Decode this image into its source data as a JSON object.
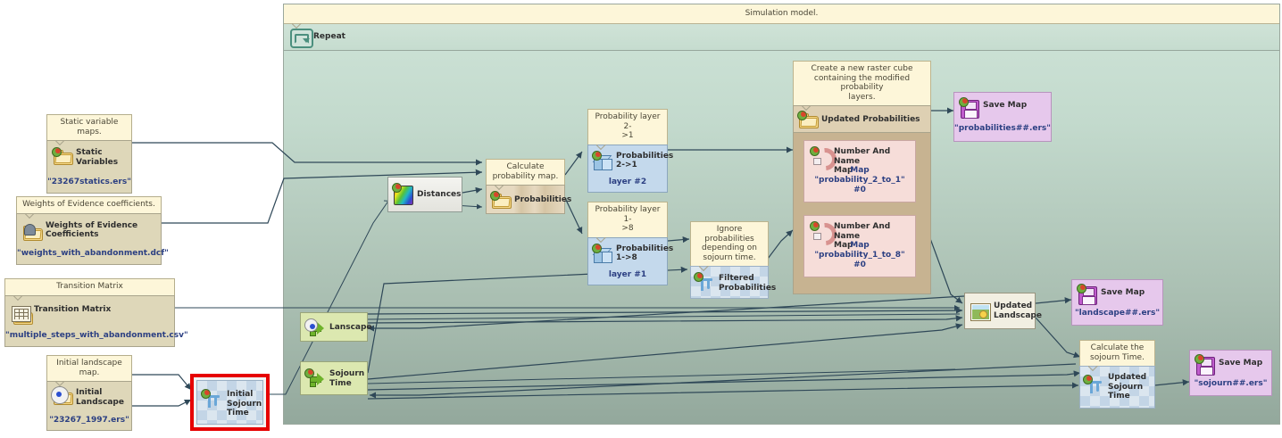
{
  "app": {
    "title": "Simulation model.",
    "repeat_label": "Repeat"
  },
  "colors": {
    "canvas_outer": "#ffffff",
    "container_top": "#cfe4d8",
    "container_bottom": "#93a89c",
    "header_band": "#fdf6d9",
    "comment": "#fdf6d9",
    "functor_tan": "#ded7b9",
    "cube_blue": "#c4d9ec",
    "save_purple": "#e6c8ec",
    "green_node": "#dce8b0",
    "pink_node": "#f6ddd9",
    "selection_red": "#e60000",
    "value_text": "#2b3f82",
    "wire": "#2f4858"
  },
  "inputs": [
    {
      "id": "static-variables",
      "comment": "Static variable maps.",
      "title": "Static\nVariables",
      "value": "\"23267statics.ers\"",
      "icon": "folder-icon"
    },
    {
      "id": "weights-of-evidence",
      "comment": "Weights of Evidence coefficients.",
      "title": "Weights of Evidence\nCoefficients",
      "value": "\"weights_with_abandonment.dcf\"",
      "icon": "folder-bell-icon"
    },
    {
      "id": "transition-matrix",
      "comment": "Transition Matrix",
      "title": "Transition Matrix",
      "value": "\"multiple_steps_with_abandonment.csv\"",
      "icon": "folder-table-icon"
    },
    {
      "id": "initial-landscape",
      "comment": "Initial landscape\nmap.",
      "title": "Initial\nLandscape",
      "value": "\"23267_1997.ers\"",
      "icon": "folder-map-icon"
    }
  ],
  "selected_node": {
    "id": "initial-sojourn-time",
    "title": "Initial\nSojourn\nTime",
    "icon": "pi-icon",
    "selected": true
  },
  "model": {
    "distances": {
      "title": "Distances",
      "icon": "rainbow-icon"
    },
    "calc_probability": {
      "comment": "Calculate\nprobability map.",
      "title": "Probabilities",
      "icon": "folder-icon"
    },
    "prob_2_to_1": {
      "comment": "Probability layer 2-\n>1",
      "title": "Probabilities\n2->1",
      "value": "layer #2",
      "icon": "cube-icon"
    },
    "prob_1_to_8": {
      "comment": "Probability layer 1-\n>8",
      "title": "Probabilities\n1->8",
      "value": "layer #1",
      "icon": "cube-icon"
    },
    "ignore_probabilities": {
      "comment": "Ignore\nprobabilities\ndepending on\nsojourn time.",
      "title": "Filtered\nProbabilities",
      "icon": "pi-icon"
    },
    "raster_cube_group": {
      "comment": "Create a new raster cube\ncontaining the modified probability\nlayers.",
      "title": "Updated Probabilities",
      "icon": "folder-icon"
    },
    "number_and_name_maps": [
      {
        "title": "Number And Name\nMap",
        "value": "Map \"probability_2_to_1\"\n#0",
        "icon": "magnet-icon"
      },
      {
        "title": "Number And Name\nMap",
        "value": "Map \"probability_1_to_8\"\n#0",
        "icon": "magnet-icon"
      }
    ],
    "lanscape": {
      "title": "Lanscape",
      "icon": "green-arrow-icon"
    },
    "sojourn_time": {
      "title": "Sojourn\nTime",
      "icon": "green-arrow-icon"
    },
    "updated_landscape": {
      "title": "Updated\nLandscape",
      "icon": "picture-icon"
    },
    "updated_sojourn_time": {
      "comment": "Calculate the\nsojourn Time.",
      "title": "Updated\nSojourn\nTime",
      "icon": "pi-icon"
    },
    "save_maps": [
      {
        "id": "save-probabilities",
        "title": "Save Map",
        "value": "\"probabilities##.ers\"",
        "icon": "save-disk-icon"
      },
      {
        "id": "save-landscape",
        "title": "Save Map",
        "value": "\"landscape##.ers\"",
        "icon": "save-disk-icon"
      },
      {
        "id": "save-sojourn",
        "title": "Save Map",
        "value": "\"sojourn##.ers\"",
        "icon": "save-disk-icon"
      }
    ]
  }
}
